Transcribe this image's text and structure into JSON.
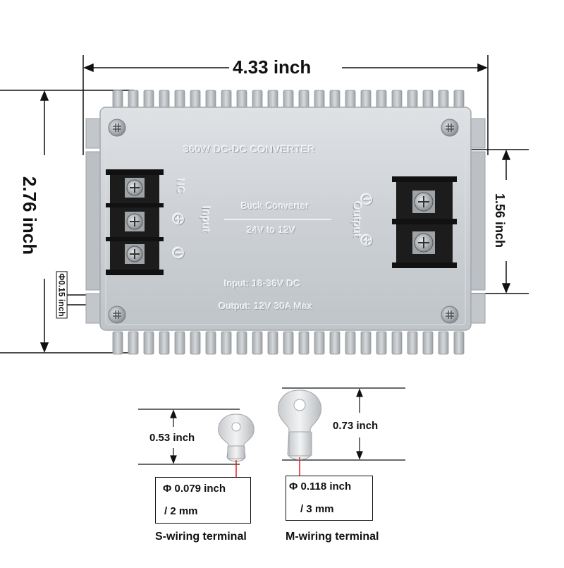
{
  "dimensions": {
    "width": "4.33 inch",
    "height": "2.76 inch",
    "terminal_height": "1.56 inch",
    "hole": "Φ0.15 inch"
  },
  "converter": {
    "title": "360W DC-DC CONVERTER",
    "mode": "Buck Converter",
    "conversion": "24V to 12V",
    "input_spec": "Input: 18-36V DC",
    "output_spec": "Output: 12V 30A Max",
    "input_label": "Input",
    "output_label": "Output",
    "nc_label": "NC",
    "plus_symbol": "⊕",
    "minus_symbol": "⊖"
  },
  "terminals": {
    "s": {
      "height": "0.53 inch",
      "diameter": "Φ 0.079 inch",
      "mm": "/ 2 mm",
      "caption": "S-wiring terminal"
    },
    "m": {
      "height": "0.73 inch",
      "diameter": "Φ 0.118 inch",
      "mm": "/ 3 mm",
      "caption": "M-wiring terminal"
    }
  },
  "colors": {
    "casing": "#c9cdd1",
    "fins": "#b3b8bd",
    "terminal_block": "#1c1c1c",
    "screw": "#a9adb1",
    "marker": "#e02020"
  }
}
